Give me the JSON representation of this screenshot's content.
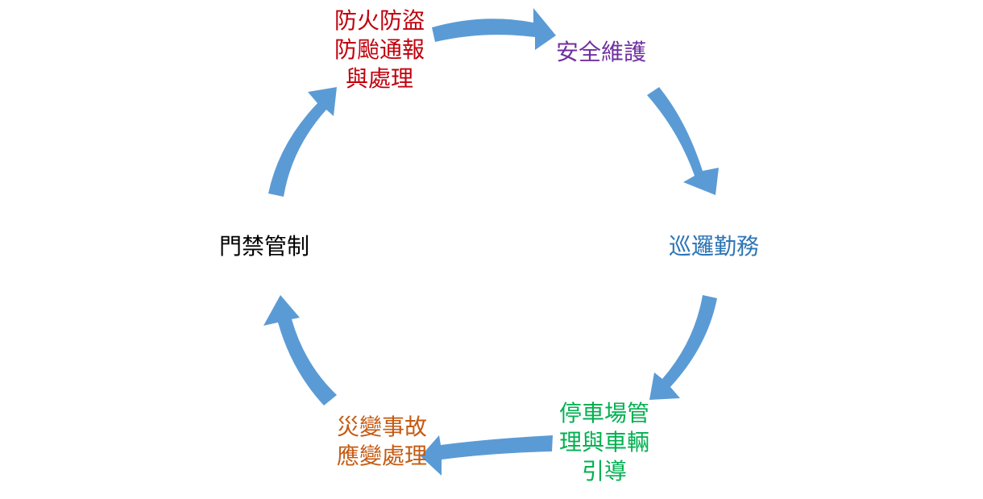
{
  "diagram": {
    "colors": {
      "arrow": "#5b9bd5",
      "fire_theft": "#c0000c",
      "security": "#7030a0",
      "patrol": "#2e75b6",
      "parking": "#00b050",
      "disaster": "#c55a11",
      "access": "#000000"
    },
    "nodes": {
      "fire_theft": {
        "lines": [
          "防火防盜",
          "防颱通報",
          "與處理"
        ]
      },
      "security": {
        "lines": [
          "安全維護"
        ]
      },
      "patrol": {
        "lines": [
          "巡邏勤務"
        ]
      },
      "parking": {
        "lines": [
          "停車場管",
          "理與車輛",
          "引導"
        ]
      },
      "disaster": {
        "lines": [
          "災變事故",
          "應變處理"
        ]
      },
      "access": {
        "lines": [
          "門禁管制"
        ]
      }
    }
  }
}
